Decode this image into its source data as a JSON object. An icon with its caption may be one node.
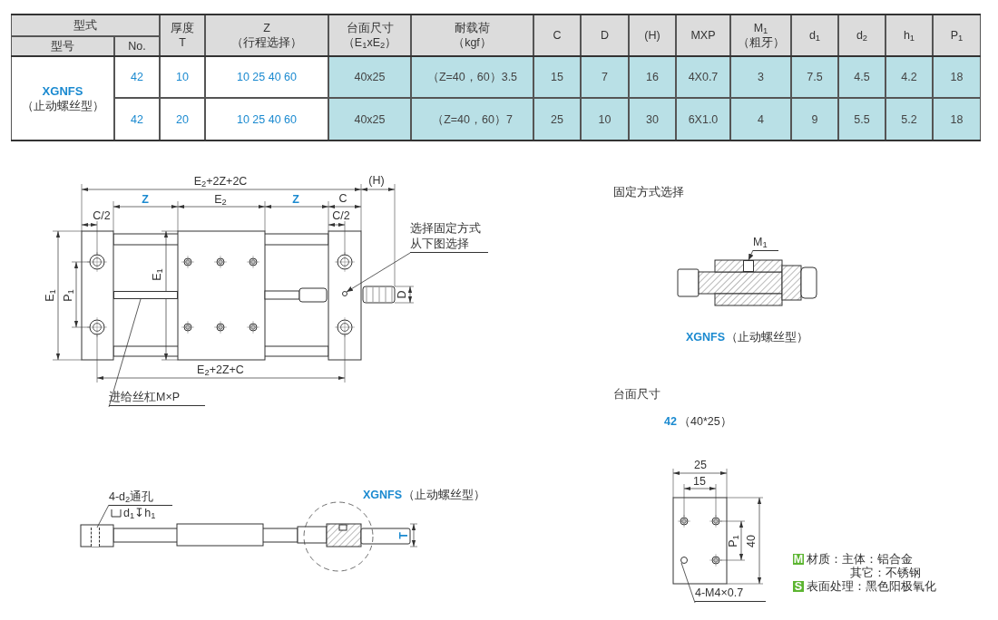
{
  "diagram": {
    "nodes": [
      {
        "text": [
          "选择固定方式从下图选择"
        ]
      },
      {
        "text": [
          "进给丝杠M×P"
        ]
      },
      {
        "text": [
          "M$_{1}$"
        ]
      },
      {
        "text": [
          "4-d$_{2}$通孔",
          "d$_{1}$↧h$_{1}$"
        ]
      },
      {
        "text": [
          "4-M4×0.7"
        ]
      },
      {
        "text": [],
        "shape": "circle"
      },
      {
        "text": [],
        "shape": "bar"
      },
      {
        "text": [],
        "shape": "box"
      },
      {
        "text": [],
        "shape": "box"
      },
      {
        "text": [],
        "shape": "circle"
      }
    ],
    "edges": [
      {
        "from": 0,
        "to": 5,
        "arrow": "to"
      },
      {
        "from": 1,
        "to": 6,
        "arrow": "none"
      },
      {
        "from": 2,
        "to": 7,
        "arrow": "to"
      },
      {
        "from": 3,
        "to": 8,
        "arrow": "none"
      },
      {
        "from": 4,
        "to": 9,
        "arrow": "none"
      }
    ],
    "labels": [
      "型式",
      "厚度",
      "T",
      "Z",
      "（行程选择）",
      "台面尺寸",
      "（E$_{1}$xE$_{2}$）",
      "耐载荷",
      "（kgf）",
      "C",
      "D",
      "(H)",
      "MXP",
      "M$_{1}$",
      "（粗牙）",
      "d$_{1}$",
      "d$_{2}$",
      "h$_{1}$",
      "P$_{1}$",
      "型号",
      "No.",
      "XGNFS",
      "（止动螺丝型）",
      "42",
      "10",
      "10 25 40 60",
      "40x25",
      "（Z=40，60）3.5",
      "15",
      "7",
      "16",
      "4X0.7",
      "3",
      "7.5",
      "4.5",
      "4.2",
      "18",
      "42",
      "20",
      "10 25 40 60",
      "40x25",
      "（Z=40，60）7",
      "25",
      "10",
      "30",
      "6X1.0",
      "4",
      "9",
      "5.5",
      "5.2",
      "18",
      "E$_{2}$+2Z+2C",
      "(H)",
      "Z",
      "E$_{2}$",
      "Z",
      "C",
      "C/2",
      "C/2",
      "E$_{1}$",
      "P$_{1}$",
      "E$_{1}$",
      "D",
      "E$_{2}$+2Z+C",
      "固定方式选择",
      "XGNFS",
      "（止动螺丝型）",
      "台面尺寸",
      "42",
      "（40*25）",
      "XGNFS",
      "（止动螺丝型）",
      "T",
      "25",
      "15",
      "P$_{1}$",
      "40",
      "M",
      "材质：主体：铝合金",
      "其它：不锈钢",
      "S",
      "表面处理：黑色阳极氧化"
    ]
  }
}
